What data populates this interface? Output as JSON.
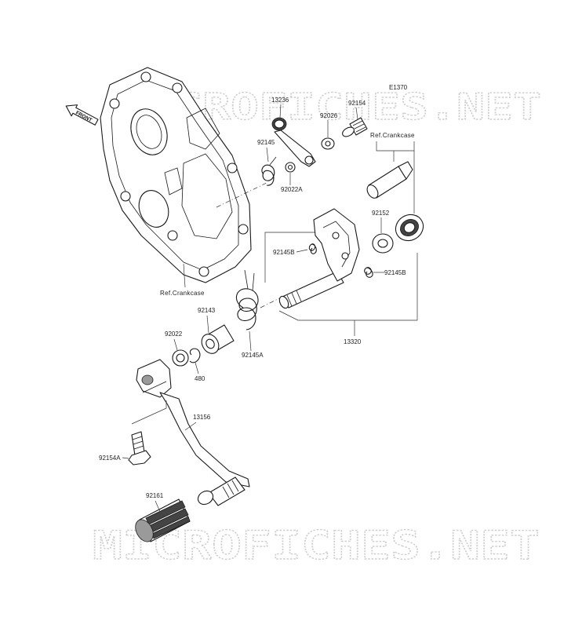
{
  "diagram": {
    "figure_code": "E1370",
    "watermark_top": "MICROFICHES.NET",
    "watermark_bottom": "MICROFICHES.NET",
    "front_marker": "FRONT",
    "ref_crankcase_top": "Ref.Crankcase",
    "ref_crankcase_bottom": "Ref.Crankcase",
    "labels": {
      "p13236": "13236",
      "p92154": "92154",
      "p92026": "92026",
      "p92145": "92145",
      "p92022A": "92022A",
      "p92152": "92152",
      "p92145B_left": "92145B",
      "p92145B_right": "92145B",
      "p13320": "13320",
      "p92143": "92143",
      "p92022": "92022",
      "p480": "480",
      "p92145A": "92145A",
      "p13156": "13156",
      "p92154A": "92154A",
      "p92161": "92161"
    }
  }
}
